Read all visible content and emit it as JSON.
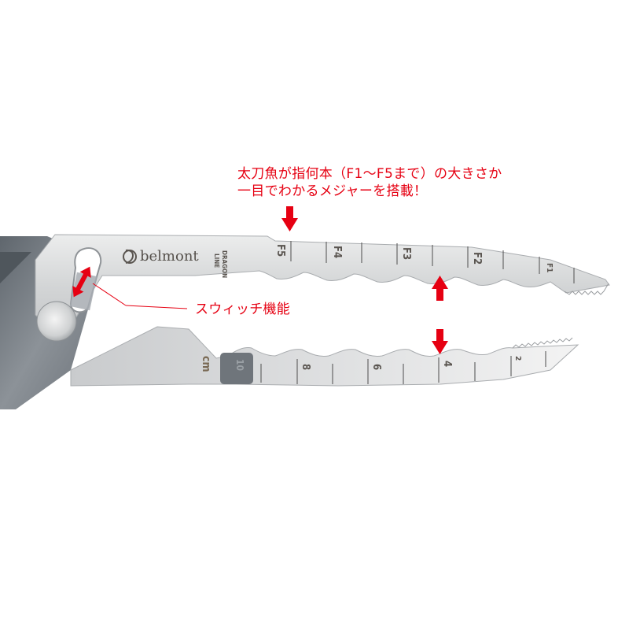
{
  "product": {
    "brand": "belmont",
    "line_label_1": "DRAGON",
    "line_label_2": "LINE"
  },
  "annotations": {
    "top_line_1": "太刀魚が指何本（F1〜F5まで）の大きさか",
    "top_line_2": "一目でわかるメジャーを搭載！",
    "switch_label": "スウィッチ機能"
  },
  "upper_scale": {
    "marks": [
      "F5",
      "F4",
      "F3",
      "F2",
      "F1"
    ]
  },
  "lower_scale": {
    "unit": "cm",
    "marks": [
      "10",
      "8",
      "6",
      "4",
      "2"
    ]
  },
  "colors": {
    "accent_red": "#e60012",
    "steel_light": "#d9dadb",
    "steel_mid": "#b9bbbd",
    "steel_dark": "#6f757b",
    "engrave": "#5a5550"
  }
}
